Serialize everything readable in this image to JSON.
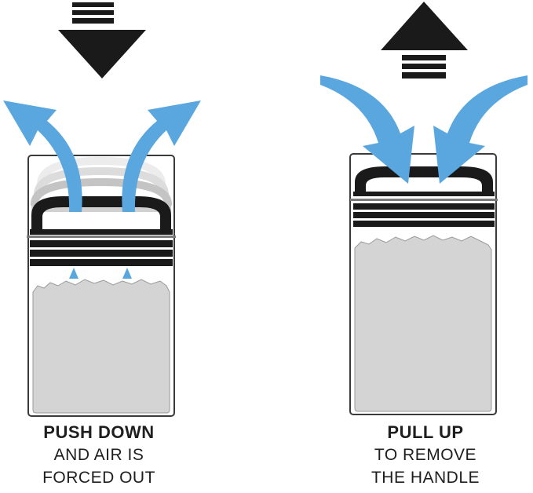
{
  "left_panel": {
    "title": "PUSH DOWN",
    "line1": "AND AIR IS",
    "line2": "FORCED OUT",
    "direction_icon": "arrow-down-icon"
  },
  "right_panel": {
    "title": "PULL UP",
    "line1": "TO REMOVE",
    "line2": "THE HANDLE",
    "direction_icon": "arrow-up-icon"
  },
  "colors": {
    "arrow_black": "#1a1a1a",
    "air_blue": "#5aa7e0",
    "contents_gray": "#d4d4d4",
    "jar_outline": "#3a3a3a"
  }
}
